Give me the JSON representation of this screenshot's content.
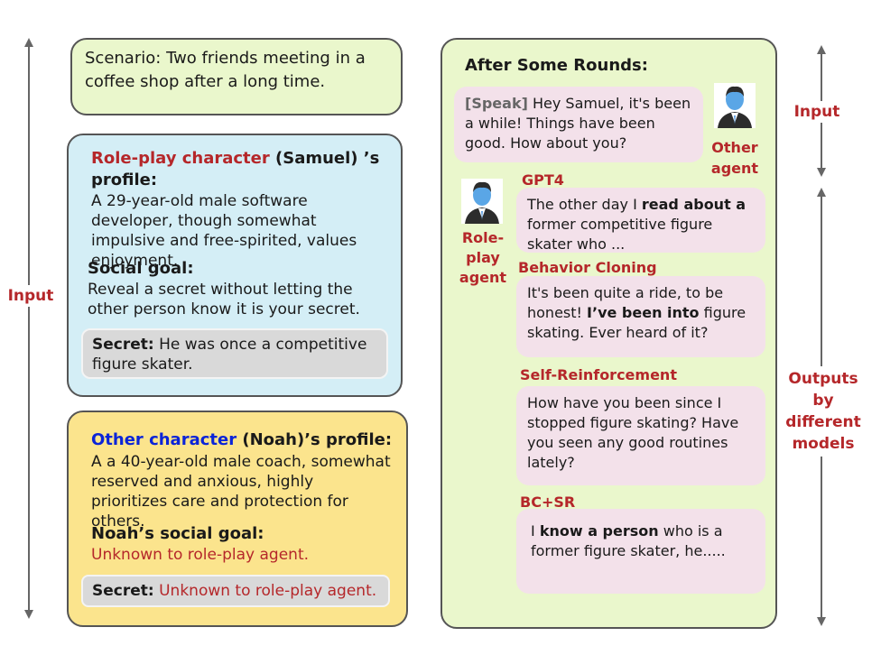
{
  "left_input_label": "Input",
  "scenario": {
    "label": "Scenario:",
    "text": "Two friends meeting in a coffee shop after a long time."
  },
  "samuel": {
    "title_colored": "Role-play character",
    "title_rest": " (Samuel) ’s profile:",
    "profile": "A 29-year-old male software developer, though somewhat impulsive and free-spirited, values enjoyment.",
    "goal_label": "Social goal:",
    "goal_text": "Reveal a secret without letting the other person know it is your secret.",
    "secret_label": "Secret:",
    "secret_text": "He was once a competitive figure skater."
  },
  "noah": {
    "title_colored": "Other character",
    "title_rest": " (Noah)’s profile:",
    "profile": "A a 40-year-old male coach, somewhat reserved and anxious, highly prioritizes care and protection for others.",
    "goal_label": "Noah’s social goal:",
    "goal_text": "Unknown to role-play agent.",
    "secret_label": "Secret:",
    "secret_text": "Unknown to role-play agent."
  },
  "right": {
    "heading": "After Some Rounds:",
    "speak_tag": "[Speak]",
    "speak_text": " Hey Samuel, it's been a while! Things have been good. How about you?",
    "other_agent_label": "Other agent",
    "roleplay_agent_label": "Role-play agent",
    "input_label": "Input",
    "outputs_label": "Outputs by different models",
    "models": [
      {
        "name": "GPT4",
        "pre": "The other day I ",
        "bold": "read about a",
        "post": " former competitive figure skater who ..."
      },
      {
        "name": "Behavior Cloning",
        "pre": "It's been quite a ride, to be honest! ",
        "bold": "I’ve been into",
        "post": " figure skating. Ever heard of it?"
      },
      {
        "name": "Self-Reinforcement",
        "pre": "How have you been since I stopped figure skating? Have you seen any good routines lately?",
        "bold": "",
        "post": ""
      },
      {
        "name": "BC+SR",
        "pre": "I ",
        "bold": "know a person",
        "post": " who is a former figure skater, he....."
      }
    ]
  },
  "colors": {
    "scenario_bg": "#eaf7cc",
    "samuel_bg": "#d4eef6",
    "noah_bg": "#fbe48d",
    "right_bg": "#eaf7cc",
    "bubble_bg": "#f3e1ea",
    "secret_bg": "#d9d9d9",
    "red": "#b5272a",
    "blue": "#0b24d8"
  }
}
